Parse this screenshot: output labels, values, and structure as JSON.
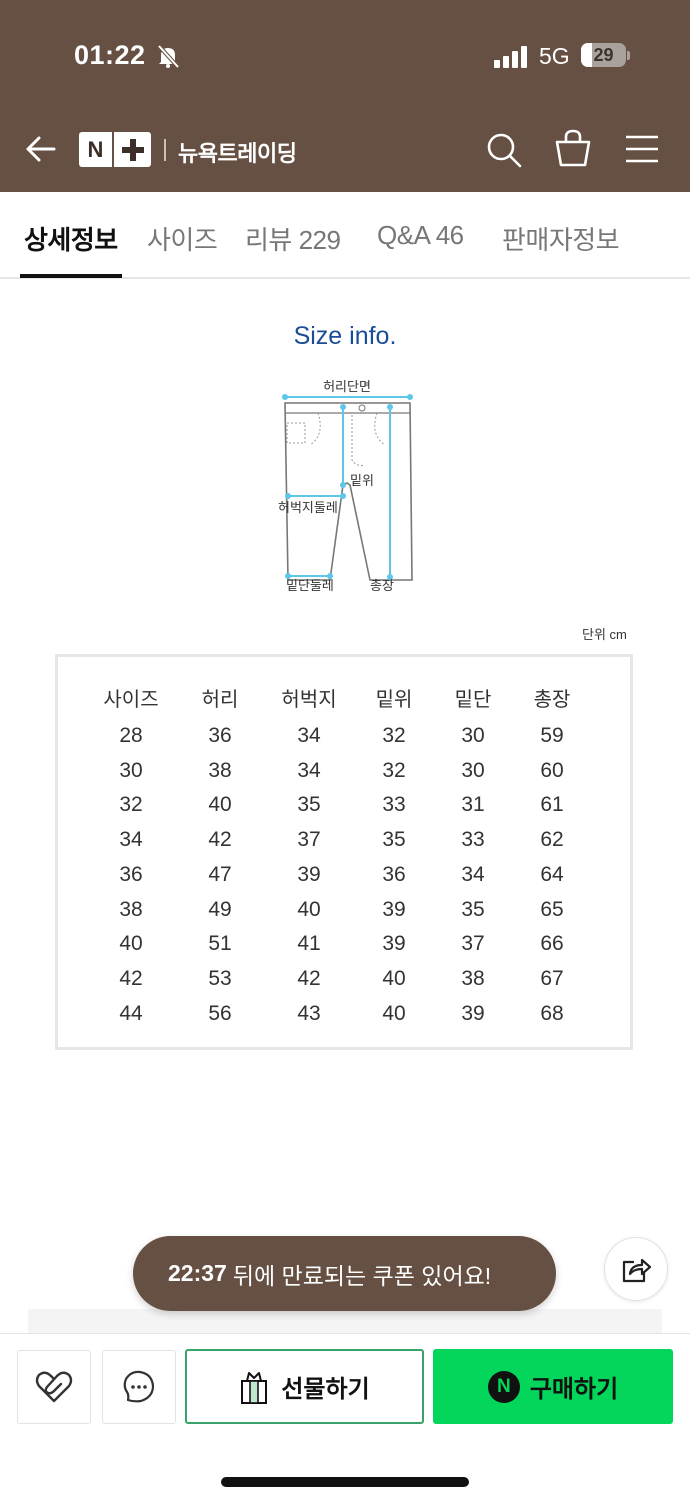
{
  "status_bar": {
    "time": "01:22",
    "network": "5G",
    "battery": "29"
  },
  "header": {
    "logo_n": "N",
    "store_name": "뉴욕트레이딩"
  },
  "tabs": [
    {
      "label": "상세정보",
      "active": true
    },
    {
      "label": "사이즈",
      "active": false
    },
    {
      "label": "리뷰 229",
      "active": false
    },
    {
      "label": "Q&A 46",
      "active": false
    },
    {
      "label": "판매자정보",
      "active": false
    }
  ],
  "size_info": {
    "title": "Size info.",
    "diagram_labels": {
      "waist": "허리단면",
      "rise": "밑위",
      "thigh": "허벅지둘레",
      "hem": "밑단둘레",
      "length": "총장"
    },
    "unit": "단위 cm",
    "table": {
      "headers": [
        "사이즈",
        "허리",
        "허벅지",
        "밑위",
        "밑단",
        "총장"
      ],
      "rows": [
        [
          "28",
          "36",
          "34",
          "32",
          "30",
          "59"
        ],
        [
          "30",
          "38",
          "34",
          "32",
          "30",
          "60"
        ],
        [
          "32",
          "40",
          "35",
          "33",
          "31",
          "61"
        ],
        [
          "34",
          "42",
          "37",
          "35",
          "33",
          "62"
        ],
        [
          "36",
          "47",
          "39",
          "36",
          "34",
          "64"
        ],
        [
          "38",
          "49",
          "40",
          "39",
          "35",
          "65"
        ],
        [
          "40",
          "51",
          "41",
          "39",
          "37",
          "66"
        ],
        [
          "42",
          "53",
          "42",
          "40",
          "38",
          "67"
        ],
        [
          "44",
          "56",
          "43",
          "40",
          "39",
          "68"
        ]
      ]
    }
  },
  "coupon_banner": {
    "countdown": "22:37",
    "message": "뒤에 만료되는 쿠폰 있어요!"
  },
  "bottom_bar": {
    "gift_label": "선물하기",
    "buy_label": "구매하기",
    "buy_badge": "N"
  },
  "colors": {
    "header_bg": "#655043",
    "title_blue": "#1a4d96",
    "buy_green": "#03d65a",
    "gift_border": "#39a46a"
  }
}
